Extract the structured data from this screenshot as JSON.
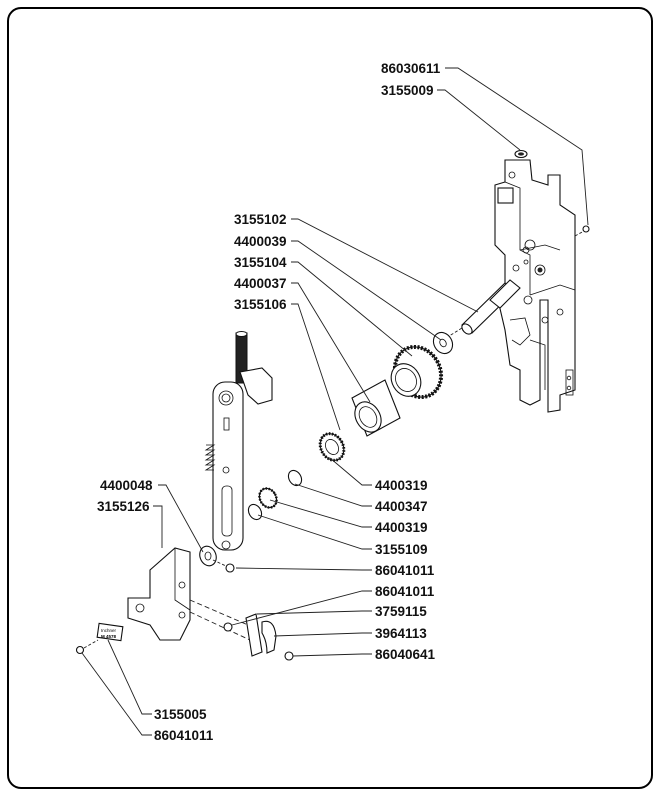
{
  "diagram": {
    "title": "Exploded parts diagram",
    "nameplate_text": [
      "Inchner",
      "M 4578"
    ],
    "labels": [
      {
        "id": "l1",
        "text": "86030611"
      },
      {
        "id": "l2",
        "text": "3155009"
      },
      {
        "id": "l3",
        "text": "3155102"
      },
      {
        "id": "l4",
        "text": "4400039"
      },
      {
        "id": "l5",
        "text": "3155104"
      },
      {
        "id": "l6",
        "text": "4400037"
      },
      {
        "id": "l7",
        "text": "3155106"
      },
      {
        "id": "l8",
        "text": "4400319"
      },
      {
        "id": "l9",
        "text": "4400347"
      },
      {
        "id": "l10",
        "text": "4400319"
      },
      {
        "id": "l11",
        "text": "3155109"
      },
      {
        "id": "l12",
        "text": "4400048"
      },
      {
        "id": "l13",
        "text": "3155126"
      },
      {
        "id": "l14",
        "text": "86041011"
      },
      {
        "id": "l15",
        "text": "86041011"
      },
      {
        "id": "l16",
        "text": "3759115"
      },
      {
        "id": "l17",
        "text": "3964113"
      },
      {
        "id": "l18",
        "text": "86040641"
      },
      {
        "id": "l19",
        "text": "3155005"
      },
      {
        "id": "l20",
        "text": "86041011"
      }
    ]
  }
}
